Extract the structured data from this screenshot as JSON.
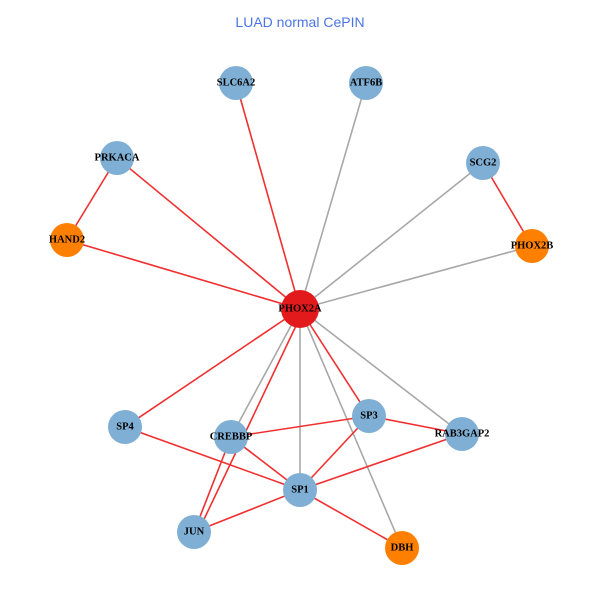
{
  "title": "LUAD normal CePIN",
  "colors": {
    "title": "#4a74e6",
    "node_default": "#7fafd4",
    "node_center": "#e31a1c",
    "node_orange": "#ff8000",
    "edge_red": "#f03030",
    "edge_grey": "#a8a8a8"
  },
  "nodes": [
    {
      "id": "PHOX2A",
      "label": "PHOX2A",
      "type": "center"
    },
    {
      "id": "SLC6A2",
      "label": "SLC6A2",
      "type": "default"
    },
    {
      "id": "ATF6B",
      "label": "ATF6B",
      "type": "default"
    },
    {
      "id": "PRKACA",
      "label": "PRKACA",
      "type": "default"
    },
    {
      "id": "SCG2",
      "label": "SCG2",
      "type": "default"
    },
    {
      "id": "HAND2",
      "label": "HAND2",
      "type": "orange"
    },
    {
      "id": "PHOX2B",
      "label": "PHOX2B",
      "type": "orange"
    },
    {
      "id": "SP4",
      "label": "SP4",
      "type": "default"
    },
    {
      "id": "CREBBP",
      "label": "CREBBP",
      "type": "default"
    },
    {
      "id": "SP3",
      "label": "SP3",
      "type": "default"
    },
    {
      "id": "RAB3GAP2",
      "label": "RAB3GAP2",
      "type": "default"
    },
    {
      "id": "SP1",
      "label": "SP1",
      "type": "default"
    },
    {
      "id": "JUN",
      "label": "JUN",
      "type": "default"
    },
    {
      "id": "DBH",
      "label": "DBH",
      "type": "orange"
    }
  ],
  "edges": [
    {
      "source": "PHOX2A",
      "target": "SLC6A2",
      "color": "red"
    },
    {
      "source": "PHOX2A",
      "target": "ATF6B",
      "color": "grey"
    },
    {
      "source": "PHOX2A",
      "target": "PRKACA",
      "color": "red"
    },
    {
      "source": "PHOX2A",
      "target": "SCG2",
      "color": "grey"
    },
    {
      "source": "PHOX2A",
      "target": "HAND2",
      "color": "red"
    },
    {
      "source": "PHOX2A",
      "target": "PHOX2B",
      "color": "grey"
    },
    {
      "source": "PHOX2A",
      "target": "SP4",
      "color": "red"
    },
    {
      "source": "PHOX2A",
      "target": "CREBBP",
      "color": "grey"
    },
    {
      "source": "PHOX2A",
      "target": "JUN",
      "color": "red"
    },
    {
      "source": "PHOX2A",
      "target": "SP1",
      "color": "grey"
    },
    {
      "source": "PHOX2A",
      "target": "SP3",
      "color": "red"
    },
    {
      "source": "PHOX2A",
      "target": "DBH",
      "color": "grey"
    },
    {
      "source": "PHOX2A",
      "target": "RAB3GAP2",
      "color": "grey"
    },
    {
      "source": "PRKACA",
      "target": "HAND2",
      "color": "red"
    },
    {
      "source": "SCG2",
      "target": "PHOX2B",
      "color": "red"
    },
    {
      "source": "SP4",
      "target": "SP1",
      "color": "red"
    },
    {
      "source": "CREBBP",
      "target": "SP1",
      "color": "red"
    },
    {
      "source": "CREBBP",
      "target": "JUN",
      "color": "red"
    },
    {
      "source": "CREBBP",
      "target": "SP3",
      "color": "red"
    },
    {
      "source": "SP3",
      "target": "SP1",
      "color": "red"
    },
    {
      "source": "SP3",
      "target": "RAB3GAP2",
      "color": "red"
    },
    {
      "source": "RAB3GAP2",
      "target": "SP1",
      "color": "red"
    },
    {
      "source": "JUN",
      "target": "SP1",
      "color": "red"
    },
    {
      "source": "SP1",
      "target": "DBH",
      "color": "red"
    }
  ]
}
